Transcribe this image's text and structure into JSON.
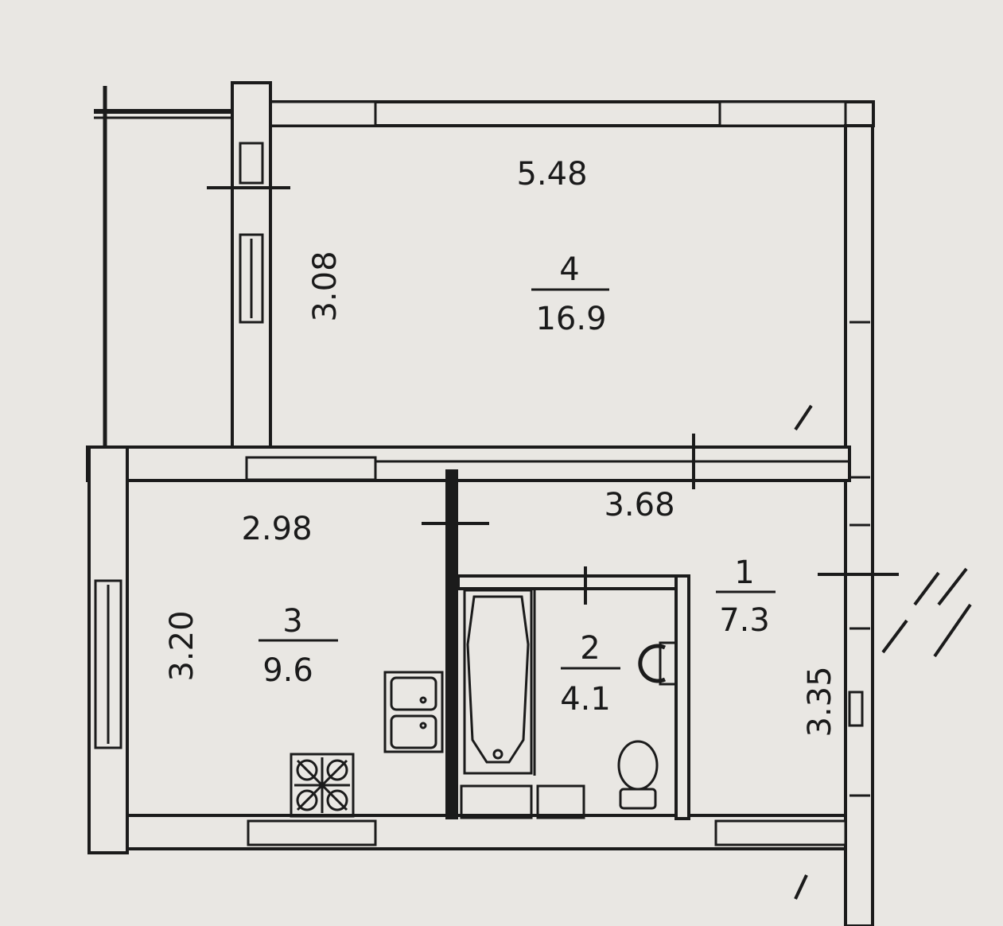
{
  "rooms": [
    {
      "number": "4",
      "area": "16.9",
      "dim_width": "5.48",
      "dim_height": "3.08"
    },
    {
      "number": "3",
      "area": "9.6",
      "dim_width": "2.98",
      "dim_height": "3.20"
    },
    {
      "number": "2",
      "area": "4.1"
    },
    {
      "number": "1",
      "area": "7.3",
      "dim_width": "3.68",
      "dim_height": "3.35"
    }
  ]
}
